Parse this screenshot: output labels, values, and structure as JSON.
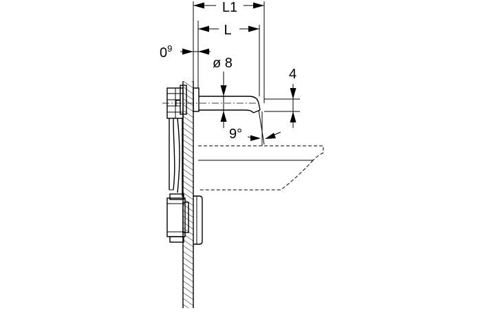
{
  "dimensions": {
    "l1": "L1",
    "l": "L",
    "wall_offset": "0",
    "wall_offset_sup": "9",
    "diameter": "ø 8",
    "height": "4",
    "angle": "9°"
  }
}
